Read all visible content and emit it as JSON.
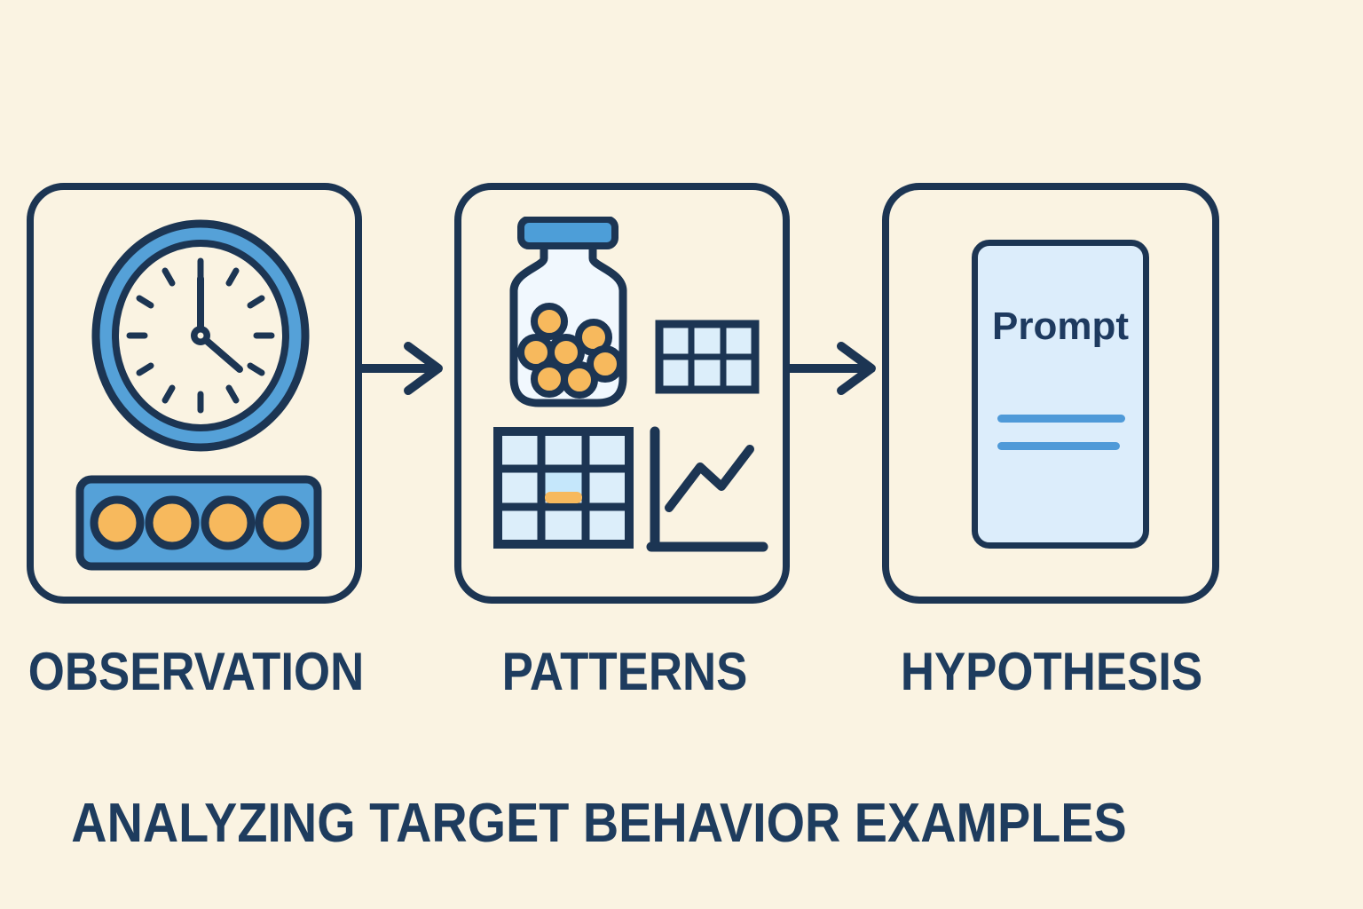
{
  "diagram": {
    "caption": "ANALYZING TARGET BEHAVIOR EXAMPLES",
    "steps": [
      {
        "label": "OBSERVATION",
        "icon": "clock-with-indicator-dots"
      },
      {
        "label": "PATTERNS",
        "icon": "jar-grids-and-line-chart"
      },
      {
        "label": "HYPOTHESIS",
        "icon": "prompt-card",
        "card_title": "Prompt"
      }
    ],
    "connectors": [
      {
        "type": "arrow-right",
        "from": "OBSERVATION",
        "to": "PATTERNS"
      },
      {
        "type": "arrow-right",
        "from": "PATTERNS",
        "to": "HYPOTHESIS"
      }
    ],
    "colors": {
      "background": "#faf3e2",
      "outline_navy": "#1c3553",
      "text_navy": "#1e3c5e",
      "accent_blue": "#55a1d8",
      "light_blue_fill": "#dcedfb",
      "highlight_cell_blue": "#c5e7fb",
      "accent_orange": "#f7b95d",
      "prompt_line_blue": "#4f9ad8"
    }
  }
}
